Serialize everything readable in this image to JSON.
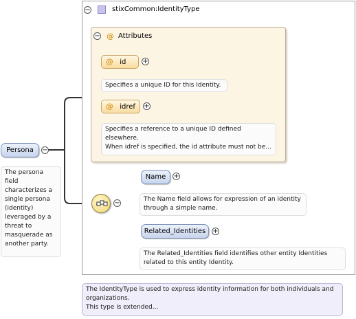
{
  "root": {
    "name": "Persona",
    "annotation": "The persona field characterizes a single persona (identity) leveraged by a threat to masquerade as another party."
  },
  "type": {
    "name": "stixCommon:IdentityType",
    "annotation": "The IdentityType is used to express identity information for both individuals and organizations.\nThis type is extended..."
  },
  "attributes": {
    "title": "Attributes",
    "items": [
      {
        "name": "id",
        "annotation": "Specifies a unique ID for this Identity."
      },
      {
        "name": "idref",
        "annotation": "Specifies a reference to a unique ID defined elsewhere.\nWhen idref is specified, the id attribute must not be..."
      }
    ]
  },
  "sequence": {
    "children": [
      {
        "name": "Name",
        "annotation": "The Name field allows for expression of an identity through a simple name."
      },
      {
        "name": "Related_Identities",
        "annotation": "The Related_Identities field identifies other entity Identities related to this entity Identity."
      }
    ]
  },
  "symbols": {
    "at": "@",
    "collapse": "−",
    "expand": "+"
  },
  "colors": {
    "attribute_bg": "#fdf5e4",
    "element_fill": "#c6d4ec",
    "sequence_fill": "#f0d676",
    "type_icon": "#c8c4ec"
  }
}
